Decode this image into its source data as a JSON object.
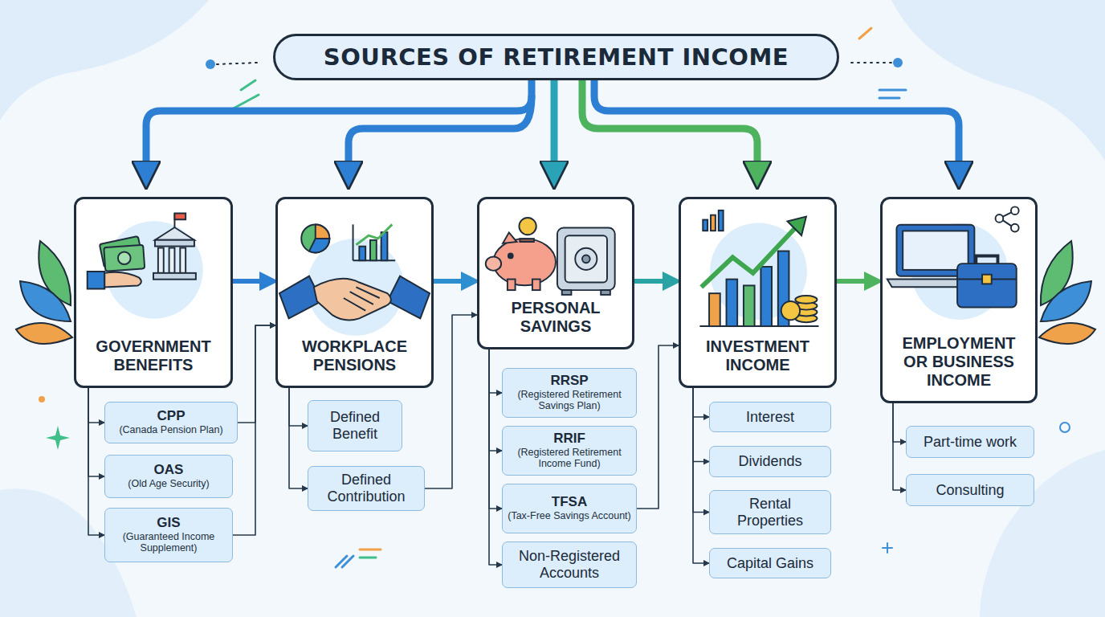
{
  "diagram": {
    "title": "SOURCES OF RETIREMENT INCOME",
    "nodes": [
      {
        "text": [
          "GOVERNMENT BENEFITS"
        ]
      },
      {
        "text": [
          "CPP",
          "(Canada Pension Plan)"
        ]
      },
      {
        "text": [
          "OAS",
          "(Old Age Security)"
        ]
      },
      {
        "text": [
          "GIS",
          "(Guaranteed Income Supplement)"
        ]
      },
      {
        "text": [
          "WORKPLACE PENSIONS"
        ]
      },
      {
        "text": [
          "Defined Benefit"
        ]
      },
      {
        "text": [
          "Defined Contribution"
        ]
      },
      {
        "text": [
          "PERSONAL SAVINGS"
        ]
      },
      {
        "text": [
          "RRSP",
          "(Registered Retirement Savings Plan)"
        ]
      },
      {
        "text": [
          "RRIF",
          "(Registered Retirement Income Fund)"
        ]
      },
      {
        "text": [
          "TFSA",
          "(Tax-Free Savings Account)"
        ]
      },
      {
        "text": [
          "Non-Registered Accounts"
        ]
      },
      {
        "text": [
          "INVESTMENT INCOME"
        ]
      },
      {
        "text": [
          "Interest"
        ]
      },
      {
        "text": [
          "Dividends"
        ]
      },
      {
        "text": [
          "Rental Properties"
        ]
      },
      {
        "text": [
          "Capital Gains"
        ]
      },
      {
        "text": [
          "EMPLOYMENT OR BUSINESS INCOME"
        ]
      },
      {
        "text": [
          "Part-time work"
        ]
      },
      {
        "text": [
          "Consulting"
        ]
      }
    ],
    "edges": [
      {
        "from": 0,
        "to": 4,
        "arrow": "to"
      },
      {
        "from": 4,
        "to": 7,
        "arrow": "to"
      },
      {
        "from": 7,
        "to": 12,
        "arrow": "to"
      },
      {
        "from": 12,
        "to": 17,
        "arrow": "to"
      },
      {
        "from": 0,
        "to": 1,
        "arrow": "to"
      },
      {
        "from": 0,
        "to": 2,
        "arrow": "to"
      },
      {
        "from": 0,
        "to": 3,
        "arrow": "to"
      },
      {
        "from": 4,
        "to": 5,
        "arrow": "to"
      },
      {
        "from": 4,
        "to": 6,
        "arrow": "to"
      },
      {
        "from": 7,
        "to": 8,
        "arrow": "to"
      },
      {
        "from": 7,
        "to": 9,
        "arrow": "to"
      },
      {
        "from": 7,
        "to": 10,
        "arrow": "to"
      },
      {
        "from": 7,
        "to": 11,
        "arrow": "to"
      },
      {
        "from": 12,
        "to": 13,
        "arrow": "to"
      },
      {
        "from": 12,
        "to": 14,
        "arrow": "to"
      },
      {
        "from": 12,
        "to": 15,
        "arrow": "to"
      },
      {
        "from": 12,
        "to": 16,
        "arrow": "to"
      },
      {
        "from": 17,
        "to": 18,
        "arrow": "to"
      },
      {
        "from": 17,
        "to": 19,
        "arrow": "to"
      },
      {
        "from": 1,
        "to": 4,
        "arrow": "to"
      },
      {
        "from": 3,
        "to": 4,
        "arrow": "to"
      },
      {
        "from": 6,
        "to": 7,
        "arrow": "to"
      },
      {
        "from": 10,
        "to": 12,
        "arrow": "to"
      }
    ]
  }
}
